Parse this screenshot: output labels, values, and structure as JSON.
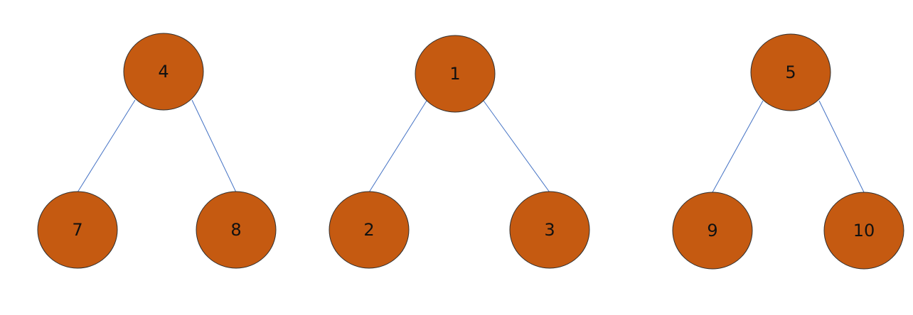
{
  "colors": {
    "node_fill": "#c55a11",
    "node_stroke": "#2f2f2f",
    "edge": "#4472c4",
    "label": "#111111",
    "background": "#ffffff"
  },
  "trees": [
    {
      "root": "4",
      "left": "7",
      "right": "8"
    },
    {
      "root": "1",
      "left": "2",
      "right": "3"
    },
    {
      "root": "5",
      "left": "9",
      "right": "10"
    }
  ]
}
